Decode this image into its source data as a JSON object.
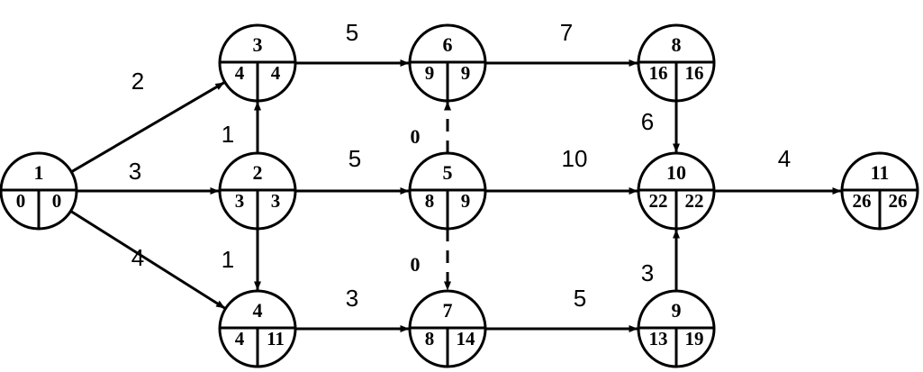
{
  "nodes": [
    {
      "id": "1",
      "es": "0",
      "ls": "0"
    },
    {
      "id": "2",
      "es": "3",
      "ls": "3"
    },
    {
      "id": "3",
      "es": "4",
      "ls": "4"
    },
    {
      "id": "4",
      "es": "4",
      "ls": "11"
    },
    {
      "id": "5",
      "es": "8",
      "ls": "9"
    },
    {
      "id": "6",
      "es": "9",
      "ls": "9"
    },
    {
      "id": "7",
      "es": "8",
      "ls": "14"
    },
    {
      "id": "8",
      "es": "16",
      "ls": "16"
    },
    {
      "id": "9",
      "es": "13",
      "ls": "19"
    },
    {
      "id": "10",
      "es": "22",
      "ls": "22"
    },
    {
      "id": "11",
      "es": "26",
      "ls": "26"
    }
  ],
  "edges": [
    {
      "from": "1",
      "to": "3",
      "label": "2",
      "dummy": false
    },
    {
      "from": "1",
      "to": "2",
      "label": "3",
      "dummy": false
    },
    {
      "from": "1",
      "to": "4",
      "label": "4",
      "dummy": false
    },
    {
      "from": "2",
      "to": "3",
      "label": "1",
      "dummy": false
    },
    {
      "from": "2",
      "to": "4",
      "label": "1",
      "dummy": false
    },
    {
      "from": "2",
      "to": "5",
      "label": "5",
      "dummy": false
    },
    {
      "from": "3",
      "to": "6",
      "label": "5",
      "dummy": false
    },
    {
      "from": "4",
      "to": "7",
      "label": "3",
      "dummy": false
    },
    {
      "from": "5",
      "to": "6",
      "label": "0",
      "dummy": true
    },
    {
      "from": "5",
      "to": "7",
      "label": "0",
      "dummy": true
    },
    {
      "from": "5",
      "to": "10",
      "label": "10",
      "dummy": false
    },
    {
      "from": "6",
      "to": "8",
      "label": "7",
      "dummy": false
    },
    {
      "from": "7",
      "to": "9",
      "label": "5",
      "dummy": false
    },
    {
      "from": "8",
      "to": "10",
      "label": "6",
      "dummy": false
    },
    {
      "from": "9",
      "to": "10",
      "label": "3",
      "dummy": false
    },
    {
      "from": "10",
      "to": "11",
      "label": "4",
      "dummy": false
    }
  ]
}
